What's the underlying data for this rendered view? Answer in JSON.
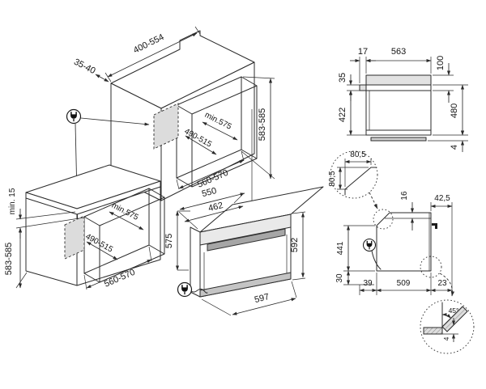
{
  "page": {
    "background": "#ffffff",
    "line_color": "#2b2b2b",
    "shade_color": "#dcdcdc"
  },
  "icons": {
    "power": "plug-icon"
  },
  "views": {
    "tall_cabinet": {
      "front_frame": "35-40",
      "top_depth": "400-554",
      "niche_depth": "min.575",
      "socket_zone": "490-515",
      "niche_width": "560-570",
      "niche_height": "583-585"
    },
    "base_cabinet": {
      "worktop_gap": "min. 15",
      "niche_height": "583-585",
      "niche_depth": "min.575",
      "socket_zone": "490-515",
      "niche_width": "560-570"
    },
    "oven": {
      "depth": "550",
      "inner_depth": "462",
      "body_height": "575",
      "front_height": "592",
      "width": "597"
    },
    "side_view": {
      "handle_offset": "17",
      "depth": "563",
      "top_section": "100",
      "handle_height": "35",
      "door_height": "422",
      "rear_height": "480",
      "bottom_gap": "4"
    },
    "corner_detail": {
      "width": "80,5",
      "height": "80,5"
    },
    "rear_view": {
      "top_flange": "16",
      "clamp_offset": "42,5",
      "height": "441",
      "base_height": "30",
      "left_offset": "39",
      "width": "509",
      "right_offset": "23"
    },
    "plinth_detail": {
      "angle": "45°",
      "gap": "4"
    }
  }
}
